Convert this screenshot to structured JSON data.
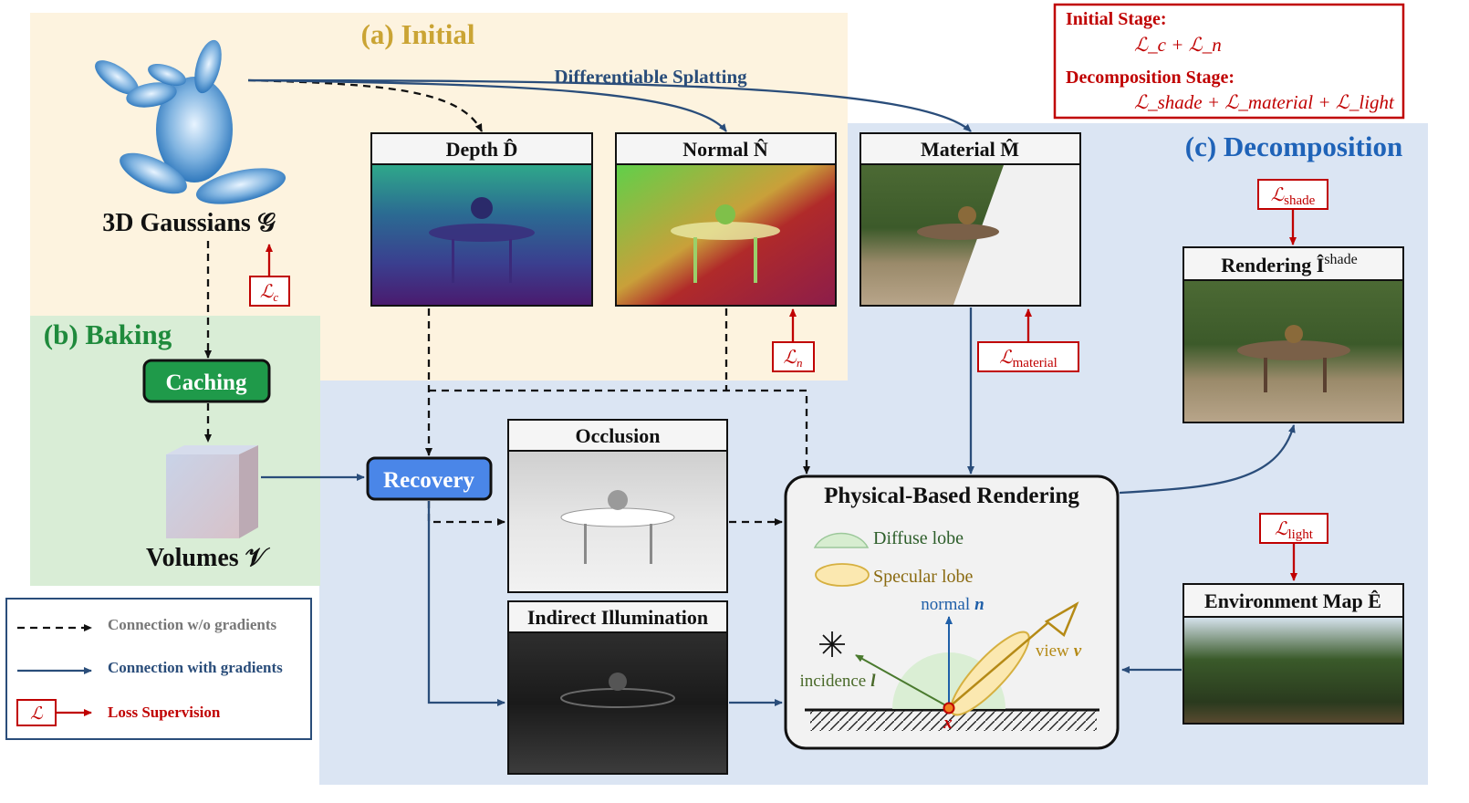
{
  "colors": {
    "initial_bg": "#fdf3df",
    "baking_bg": "#d9edd6",
    "decomp_bg": "#dbe5f3",
    "initial_title": "#caa434",
    "baking_title": "#1f8a3c",
    "decomp_title": "#1f63b8",
    "loss_red": "#c00000",
    "grad_blue": "#2a4d7a",
    "recovery_blue": "#4a86e8",
    "caching_green": "#1f9a4a"
  },
  "regions": {
    "initial_title": "(a) Initial",
    "baking_title": "(b) Baking",
    "decomp_title": "(c) Decomposition"
  },
  "gaussians_label": "3D Gaussians 𝒢",
  "volumes_label": "Volumes  𝒱",
  "differentiable_splatting": "Differentiable Splatting",
  "panels": {
    "depth": "Depth D̂",
    "normal": "Normal N̂",
    "material": "Material M̂",
    "rendering": "Rendering Î",
    "rendering_sup": "shade",
    "occlusion": "Occlusion",
    "indirect": "Indirect Illumination",
    "envmap": "Environment Map Ê"
  },
  "nodes": {
    "caching": "Caching",
    "recovery": "Recovery"
  },
  "losses": {
    "lc": "ℒ",
    "lc_sub": "c",
    "ln": "ℒ",
    "ln_sub": "n",
    "material": "ℒ",
    "material_sub": "material",
    "shade": "ℒ",
    "shade_sub": "shade",
    "light": "ℒ",
    "light_sub": "light"
  },
  "stages_box": {
    "initial_stage": "Initial Stage:",
    "initial_formula": "ℒ_c + ℒ_n",
    "decomposition_stage": "Decomposition Stage:",
    "decomposition_formula": "ℒ_shade + ℒ_material + ℒ_light"
  },
  "pbr": {
    "title": "Physical-Based Rendering",
    "diffuse": "Diffuse lobe",
    "specular": "Specular lobe",
    "normal": "normal",
    "normal_var": "n",
    "view": "view",
    "view_var": "v",
    "incidence": "incidence",
    "incidence_var": "l",
    "point": "x"
  },
  "legend": {
    "no_grad": "Connection w/o gradients",
    "with_grad": "Connection with gradients",
    "loss": "Loss Supervision",
    "loss_symbol": "ℒ"
  }
}
